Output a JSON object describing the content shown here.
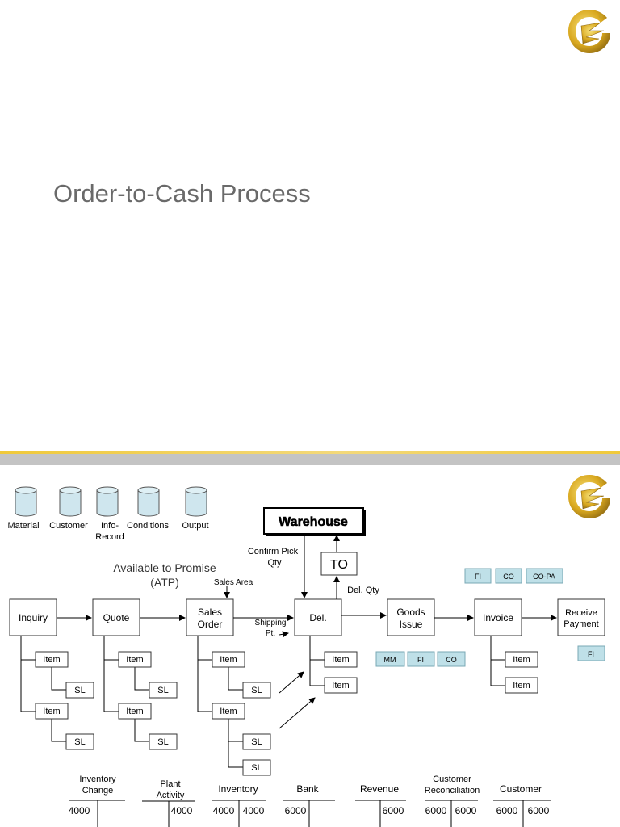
{
  "slide1": {
    "title": "Order-to-Cash Process"
  },
  "master_data": [
    {
      "id": "material",
      "label": [
        "Material"
      ]
    },
    {
      "id": "customer",
      "label": [
        "Customer"
      ]
    },
    {
      "id": "info-record",
      "label": [
        "Info-",
        "Record"
      ]
    },
    {
      "id": "conditions",
      "label": [
        "Conditions"
      ]
    },
    {
      "id": "output",
      "label": [
        "Output"
      ]
    }
  ],
  "process": {
    "inquiry": "Inquiry",
    "quote": "Quote",
    "sales_order": [
      "Sales",
      "Order"
    ],
    "delivery": "Del.",
    "goods_issue": [
      "Goods",
      "Issue"
    ],
    "invoice": "Invoice",
    "receive_payment": [
      "Receive",
      "Payment"
    ],
    "warehouse": "Warehouse",
    "to": "TO"
  },
  "annotations": {
    "atp": [
      "Available to Promise",
      "(ATP)"
    ],
    "sales_area": "Sales Area",
    "confirm_pick_qty": [
      "Confirm Pick",
      "Qty"
    ],
    "del_qty": "Del. Qty",
    "shipping_pt": [
      "Shipping",
      "Pt."
    ]
  },
  "sub_labels": {
    "item": "Item",
    "sl": "SL"
  },
  "modules": {
    "goods_issue": [
      "MM",
      "FI",
      "CO"
    ],
    "invoice": [
      "FI",
      "CO",
      "CO-PA"
    ],
    "payment": [
      "FI"
    ]
  },
  "accounts": [
    {
      "label": [
        "Inventory",
        "Change"
      ],
      "left": "4000",
      "right": ""
    },
    {
      "label": [
        "Plant",
        "Activity"
      ],
      "left": "",
      "right": "4000"
    },
    {
      "label": [
        "Inventory"
      ],
      "left": "4000",
      "right": "4000"
    },
    {
      "label": [
        "Bank"
      ],
      "left": "6000",
      "right": ""
    },
    {
      "label": [
        "Revenue"
      ],
      "left": "",
      "right": "6000"
    },
    {
      "label": [
        "Customer",
        "Reconciliation"
      ],
      "left": "6000",
      "right": "6000"
    },
    {
      "label": [
        "Customer"
      ],
      "left": "6000",
      "right": "6000"
    }
  ],
  "colors": {
    "gold": "#c9a227",
    "module_fill": "#bfe0e8",
    "cylinder_fill": "#cfe6ee",
    "title_gray": "#6a6a6a"
  }
}
